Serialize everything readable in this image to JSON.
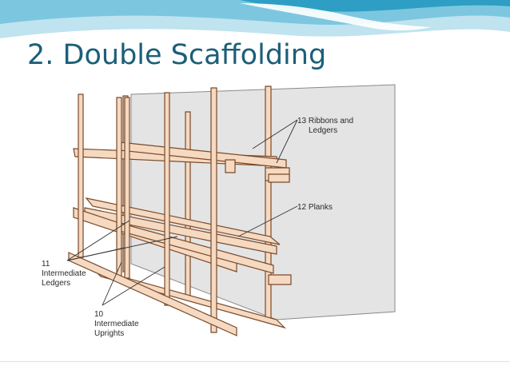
{
  "slide": {
    "title": "2. Double Scaffolding"
  },
  "figure": {
    "labels": {
      "ribbons_line1": "13 Ribbons and",
      "ribbons_line2": "Ledgers",
      "planks": "12 Planks",
      "ledgers_line1": "11",
      "ledgers_line2": "Intermediate",
      "ledgers_line3": "Ledgers",
      "uprights_line1": "10",
      "uprights_line2": "Intermediate",
      "uprights_line3": "Uprights"
    }
  },
  "colors": {
    "title": "#1b5f7a",
    "banner_light": "#bfe3ef",
    "banner_mid": "#7cc7df",
    "banner_dark": "#2e9ec4",
    "wall": "#e4e4e4",
    "timber": "#f5d9c1",
    "timber_outline": "#7a4a2a"
  }
}
